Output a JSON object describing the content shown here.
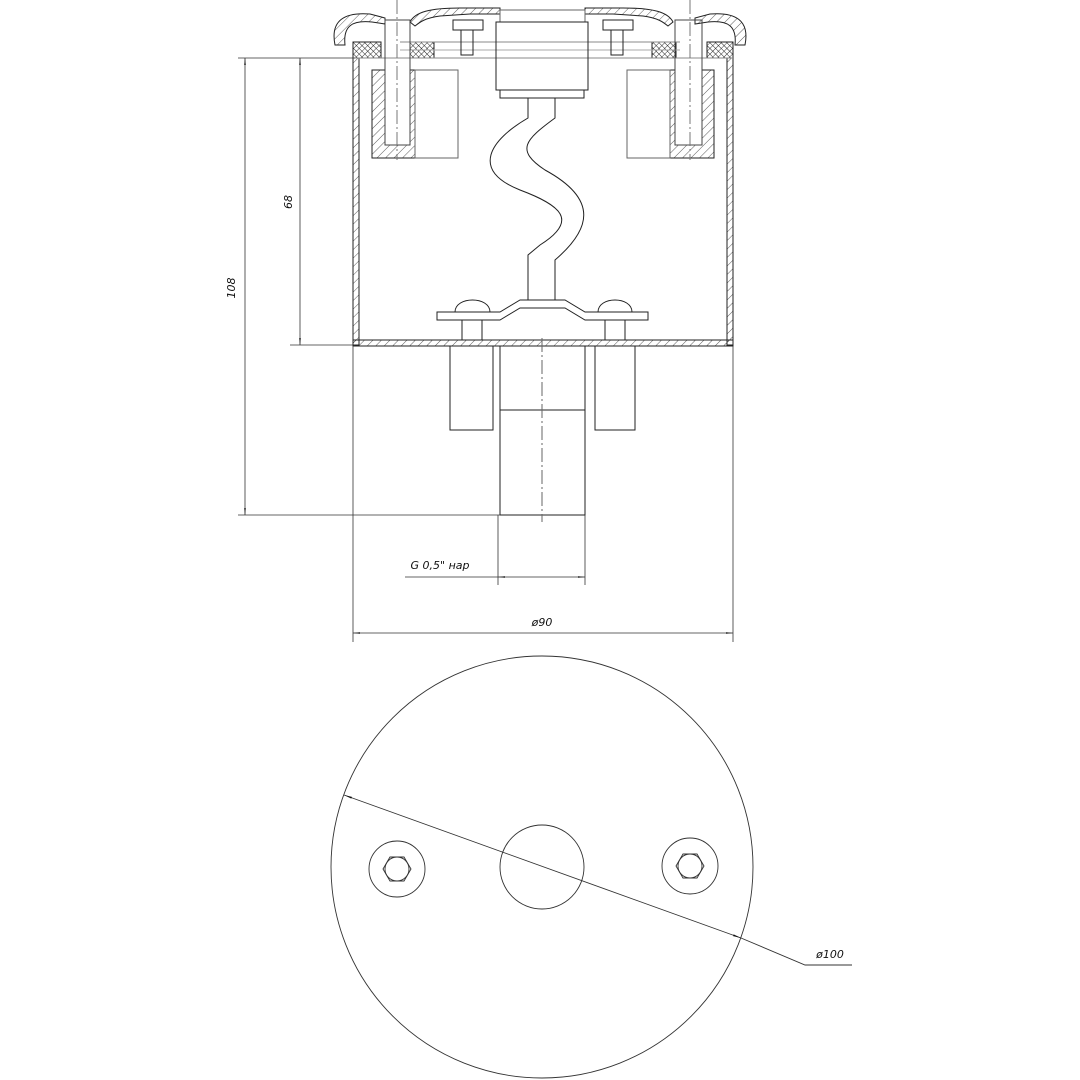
{
  "drawing": {
    "dimensions": {
      "total_height": "108",
      "body_height": "68",
      "thread": "G 0,5\" нар",
      "body_diameter": "ø90",
      "cap_diameter": "ø100"
    },
    "colors": {
      "line": "#222222",
      "thin": "#555555",
      "background": "#ffffff"
    }
  }
}
